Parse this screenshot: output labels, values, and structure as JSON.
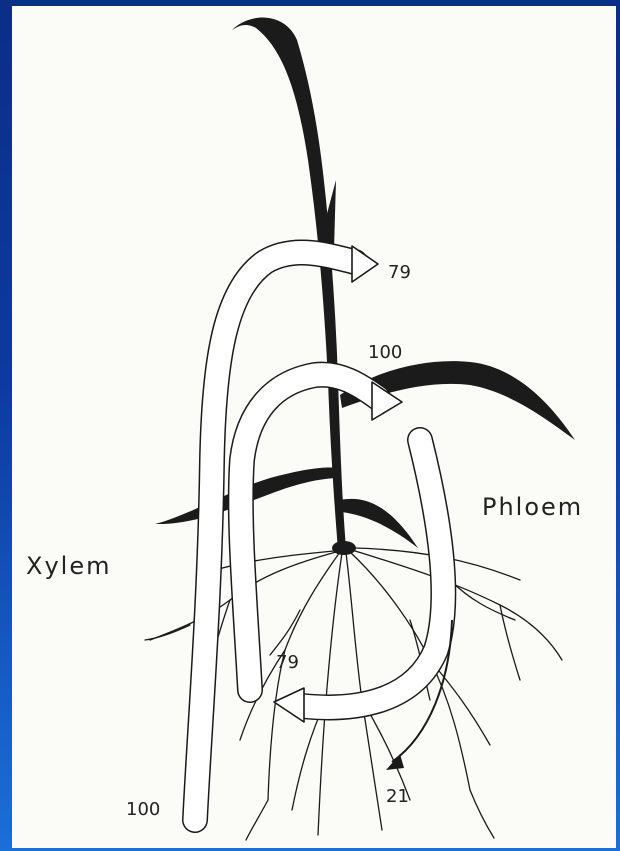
{
  "labels": {
    "xylem": "Xylem",
    "phloem": "Phloem",
    "xylem_in": "100",
    "xylem_to_shoot": "79",
    "to_leaf": "100",
    "phloem_to_root": "79",
    "root_out": "21"
  },
  "colors": {
    "slide_background": "#0d3aa0",
    "paper": "#fbfbf8",
    "ink": "#1a1a1a"
  }
}
